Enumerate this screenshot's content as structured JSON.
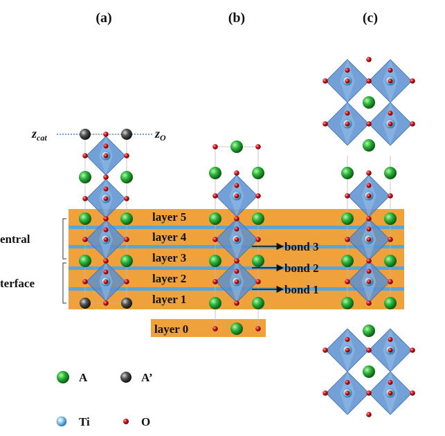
{
  "panels": [
    "(a)",
    "(b)",
    "(c)"
  ],
  "layers": [
    "layer 5",
    "layer 4",
    "layer 3",
    "layer 2",
    "layer 1",
    "layer 0"
  ],
  "bonds": [
    "bond 3",
    "bond 2",
    "bond 1"
  ],
  "regions": [
    "entral",
    "terface"
  ],
  "z_labels": {
    "cat_main": "z",
    "cat_sub": "cat",
    "o_main": "z",
    "o_sub": "O"
  },
  "legend": [
    {
      "symbol": "A-sphere",
      "label": "A"
    },
    {
      "symbol": "A-prime-sphere",
      "label": "A’"
    },
    {
      "symbol": "Ti-sphere",
      "label": "Ti"
    },
    {
      "symbol": "O-sphere",
      "label": "O"
    }
  ],
  "colors": {
    "layer_fill": "#EFA23C",
    "separator": "#5AA4D6",
    "octahedron": "#5B8FCF",
    "A": "#2DB83A",
    "A_prime": "#4a4a4a",
    "Ti": "#8CC8EC",
    "O": "#D8141B"
  }
}
